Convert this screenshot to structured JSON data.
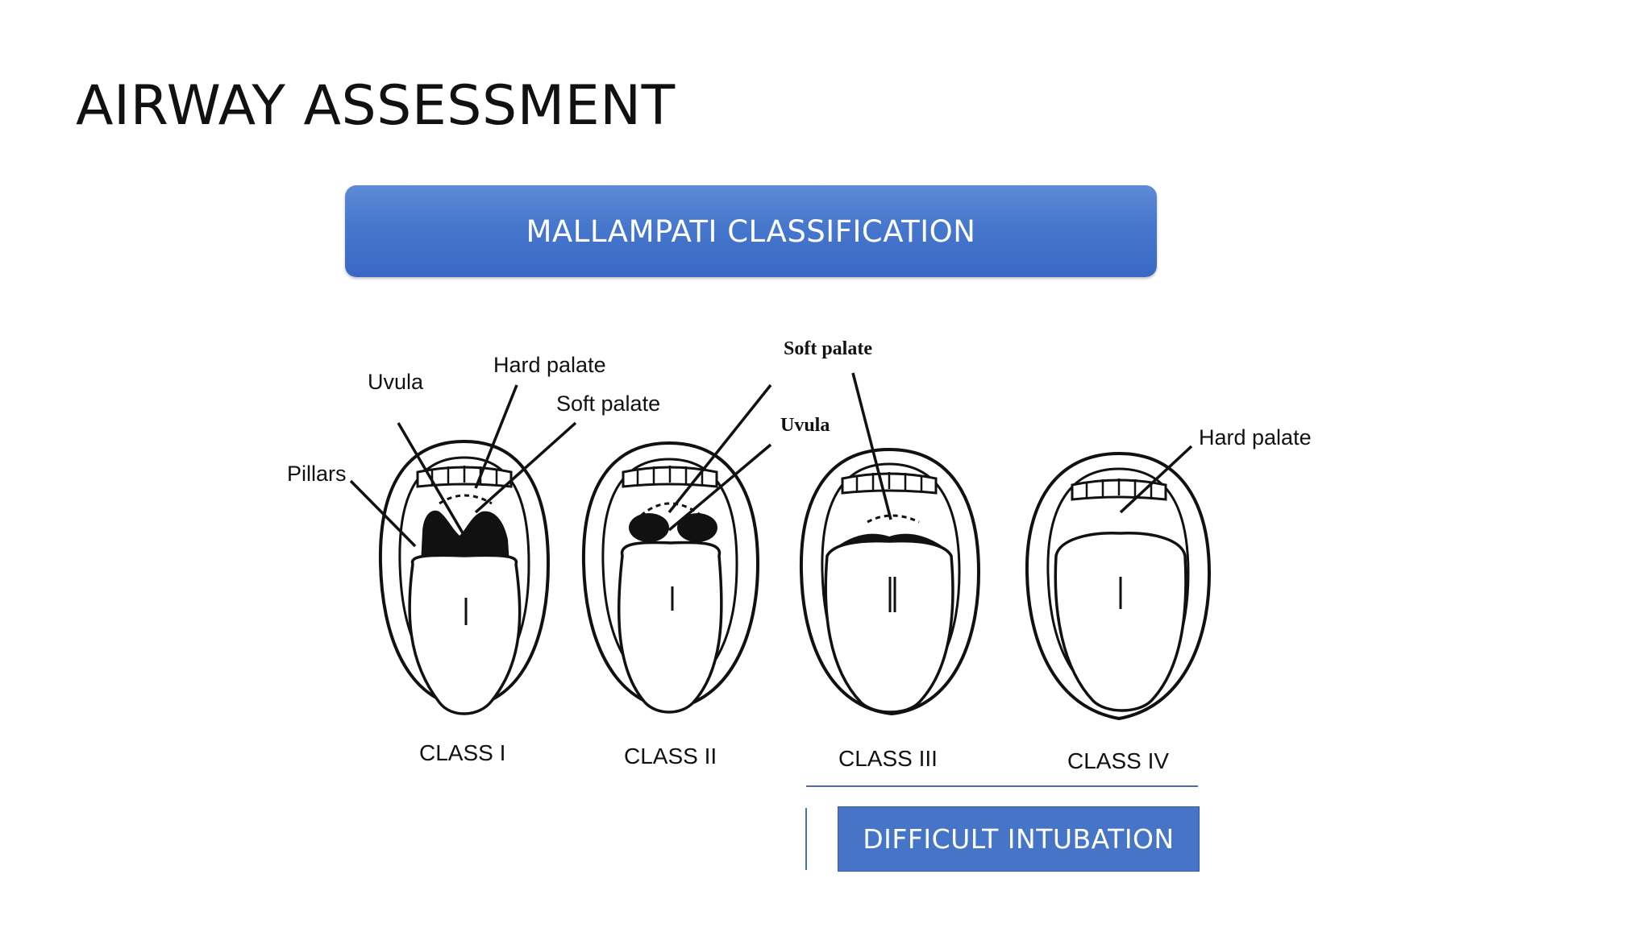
{
  "slide": {
    "title": "AIRWAY ASSESSMENT",
    "banner_label": "MALLAMPATI CLASSIFICATION",
    "difficult_label": "DIFFICULT INTUBATION"
  },
  "diagram": {
    "class1": {
      "caption": "CLASS I",
      "labels": {
        "uvula": "Uvula",
        "hard_palate": "Hard palate",
        "soft_palate": "Soft palate",
        "pillars": "Pillars"
      }
    },
    "class2": {
      "caption": "CLASS II",
      "labels": {
        "soft_palate": "Soft palate",
        "uvula": "Uvula"
      }
    },
    "class3": {
      "caption": "CLASS III"
    },
    "class4": {
      "caption": "CLASS IV",
      "labels": {
        "hard_palate": "Hard palate"
      }
    }
  },
  "colors": {
    "banner": "#4677cd",
    "difficult_box": "#4674c7",
    "divider": "#4a6fb5"
  }
}
